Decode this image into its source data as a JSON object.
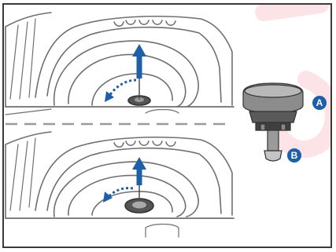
{
  "figure": {
    "callouts": [
      {
        "id": "a",
        "label": "A"
      },
      {
        "id": "b",
        "label": "B"
      }
    ],
    "colors": {
      "frame": "#3a3a3a",
      "line_art": "#6f6f6f",
      "arrow": "#1f5fa8",
      "callout": "#1f5fa8",
      "watermark": "#fbe3e7"
    },
    "panels": [
      "lift-up-arrow",
      "unscrew-rotation-arrow"
    ]
  }
}
